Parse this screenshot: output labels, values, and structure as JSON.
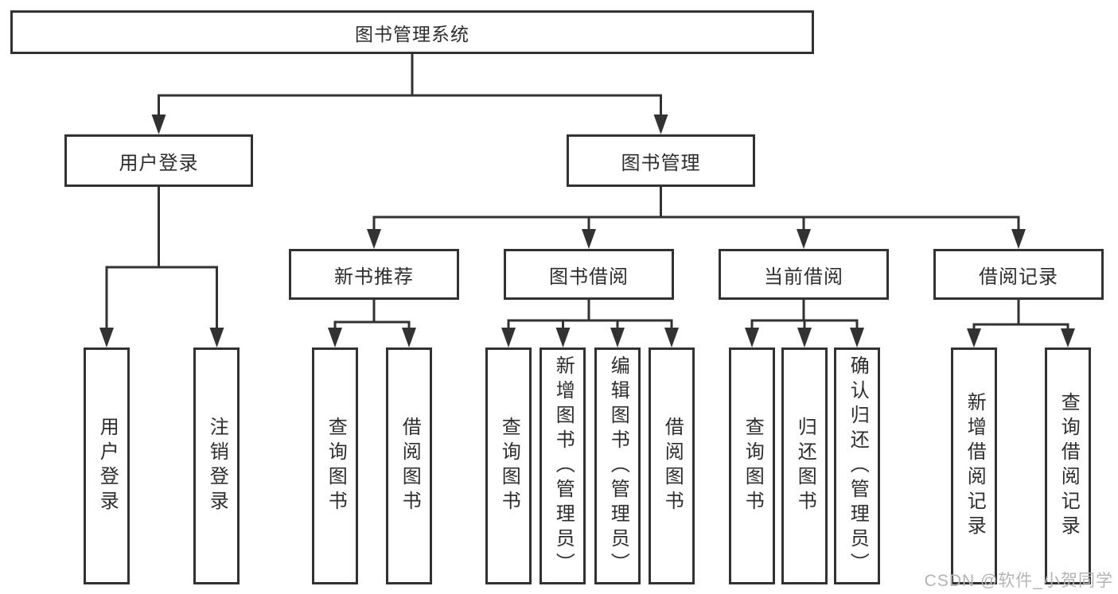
{
  "tree": {
    "root": "图书管理系统",
    "children": [
      {
        "label": "用户登录",
        "leaves": [
          "用户登录",
          "注销登录"
        ]
      },
      {
        "label": "图书管理",
        "children": [
          {
            "label": "新书推荐",
            "leaves": [
              "查询图书",
              "借阅图书"
            ]
          },
          {
            "label": "图书借阅",
            "leaves": [
              "查询图书",
              "新增图书（管理员）",
              "编辑图书（管理员）",
              "借阅图书"
            ]
          },
          {
            "label": "当前借阅",
            "leaves": [
              "查询图书",
              "归还图书",
              "确认归还（管理员）"
            ]
          },
          {
            "label": "借阅记录",
            "leaves": [
              "新增借阅记录",
              "查询借阅记录"
            ]
          }
        ]
      }
    ]
  },
  "watermark": "CSDN @软件_小贺同学",
  "colors": {
    "line": "#323232",
    "text": "#2d2d2d",
    "watermark_text": "#b3b3b3",
    "background": "#ffffff"
  }
}
